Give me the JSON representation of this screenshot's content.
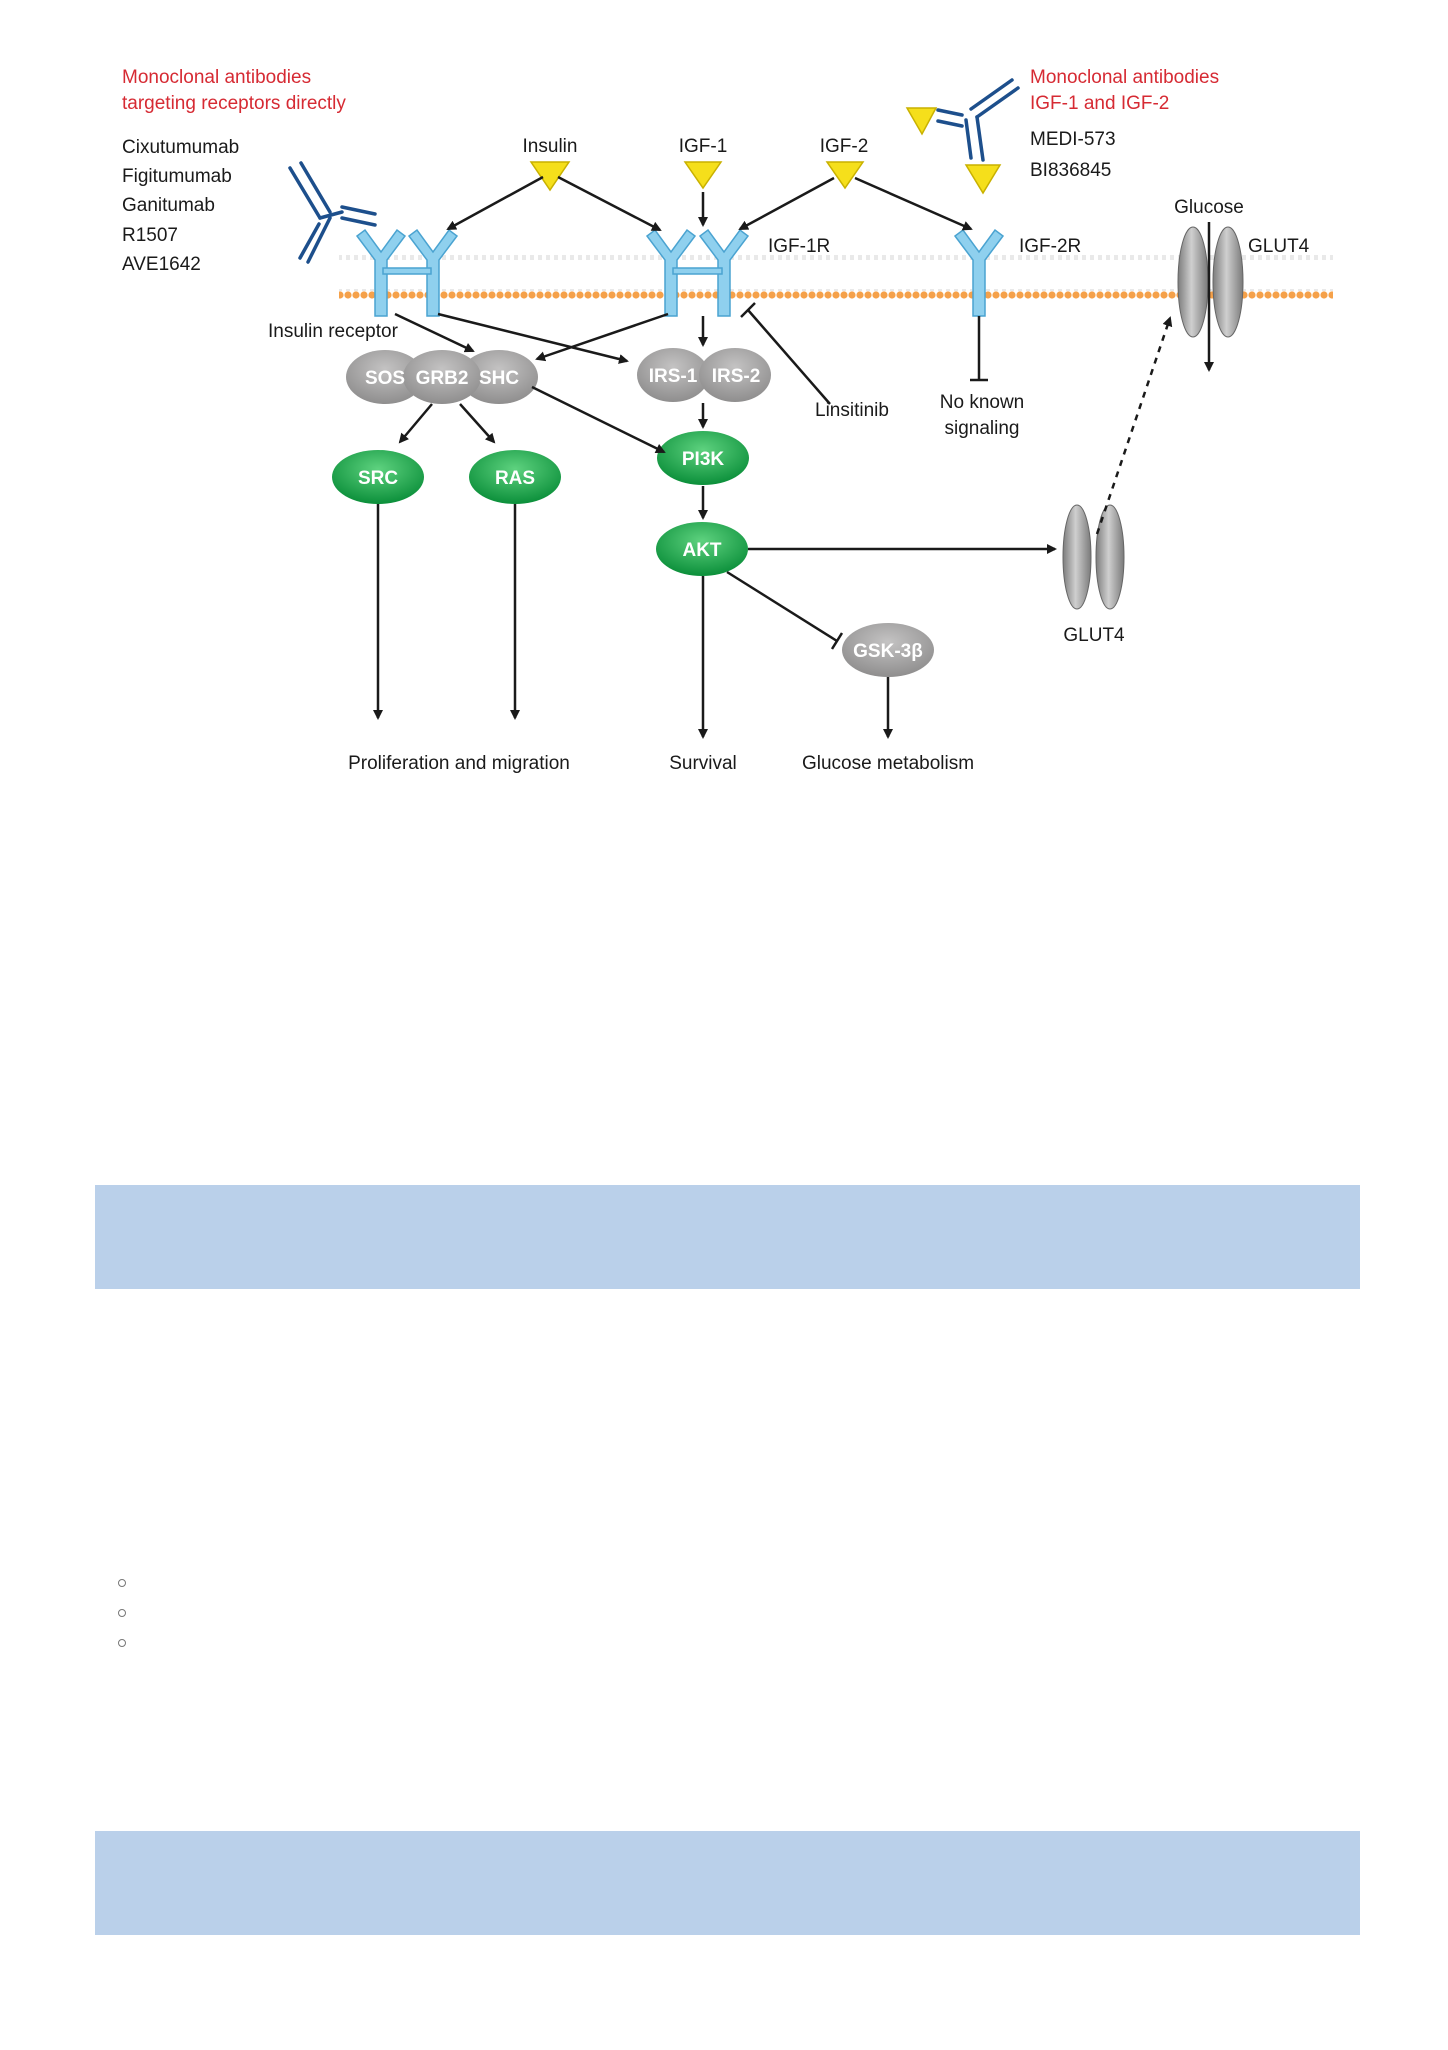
{
  "left_group": {
    "heading": [
      "Monoclonal antibodies",
      "targeting receptors directly"
    ],
    "drugs": [
      "Cixutumumab",
      "Figitumumab",
      "Ganitumab",
      "R1507",
      "AVE1642"
    ]
  },
  "right_group": {
    "heading": [
      "Monoclonal antibodies",
      "IGF-1 and IGF-2"
    ],
    "drugs": [
      "MEDI-573",
      "BI836845"
    ]
  },
  "ligands": {
    "insulin": "Insulin",
    "igf1": "IGF-1",
    "igf2": "IGF-2",
    "glucose": "Glucose"
  },
  "receptors": {
    "insulin_receptor": "Insulin receptor",
    "igf1r": "IGF-1R",
    "igf2r": "IGF-2R",
    "glut4_membrane": "GLUT4",
    "glut4_vesicle": "GLUT4"
  },
  "complexes": {
    "sos": "SOS",
    "grb2": "GRB2",
    "shc": "SHC",
    "irs1": "IRS-1",
    "irs2": "IRS-2"
  },
  "kinases": {
    "src": "SRC",
    "ras": "RAS",
    "pi3k": "PI3K",
    "akt": "AKT",
    "gsk3b": "GSK-3β"
  },
  "inhibitor": "Linsitinib",
  "no_signal": [
    "No known",
    "signaling"
  ],
  "outcomes": {
    "proliferation": "Proliferation and migration",
    "survival": "Survival",
    "glucose_metabolism": "Glucose metabolism"
  },
  "colors": {
    "heading_red": "#d62a33",
    "receptor_blue": "#8fd0ee",
    "antibody_navy": "#1d4f8c",
    "ligand_yellow": "#f5df1b",
    "kinase_green": "#1aa54a",
    "complex_gray": "#a9a8a8",
    "membrane_orange": "#f5a14a",
    "box_blue": "#bad0ea"
  },
  "bullet_items": [
    "",
    "",
    ""
  ]
}
